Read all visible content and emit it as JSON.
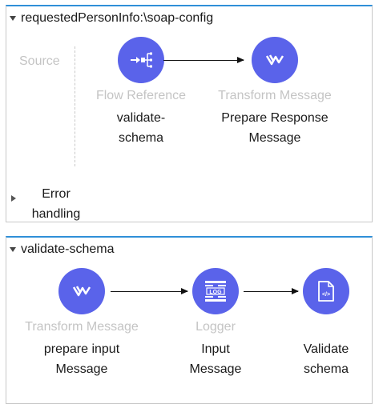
{
  "flows": [
    {
      "title": "requestedPersonInfo:\\soap-config",
      "source_label": "Source",
      "components": [
        {
          "type": "Flow Reference",
          "label_line1": "validate-",
          "label_line2": "schema",
          "icon": "flow-reference-icon"
        },
        {
          "type": "Transform Message",
          "label_line1": "Prepare Response",
          "label_line2": "Message",
          "icon": "transform-message-icon"
        }
      ],
      "error_handling": {
        "line1": "Error",
        "line2": "handling"
      }
    },
    {
      "title": "validate-schema",
      "components": [
        {
          "type": "Transform Message",
          "label_line1": "prepare input",
          "label_line2": "Message",
          "icon": "transform-message-icon"
        },
        {
          "type": "Logger",
          "label_line1": "Input",
          "label_line2": "Message",
          "icon": "logger-icon",
          "icon_text": "LOG"
        },
        {
          "type": "",
          "label_line1": "Validate",
          "label_line2": "schema",
          "icon": "validate-schema-icon",
          "icon_text": "</>"
        }
      ]
    }
  ],
  "colors": {
    "accent": "#5a63ea",
    "header_border": "#2f8fd8",
    "type_label": "#c4c4c4"
  }
}
